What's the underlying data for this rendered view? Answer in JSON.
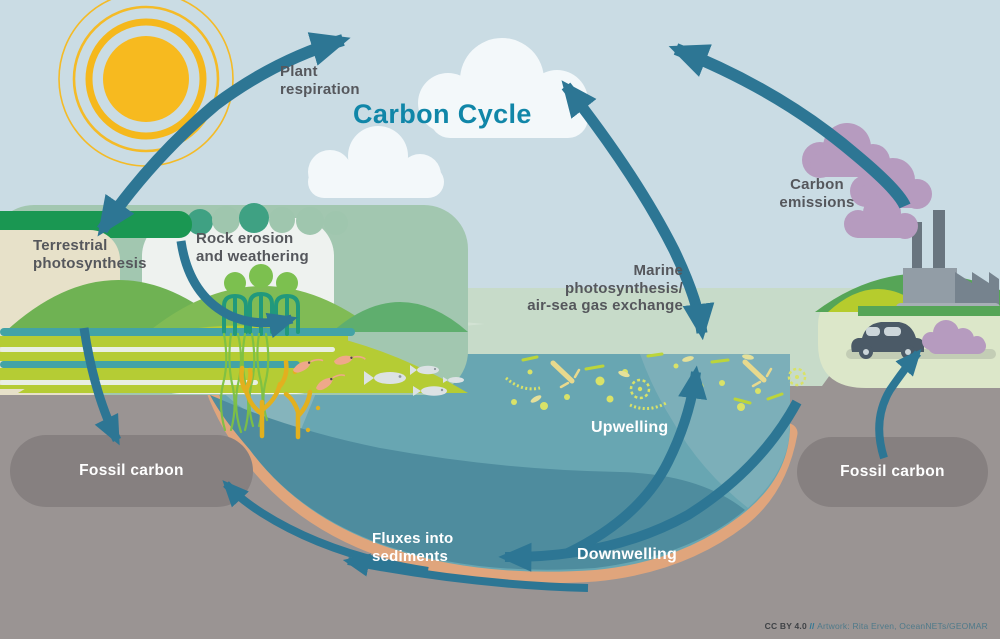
{
  "title": "Carbon Cycle",
  "labels": {
    "plant_respiration": {
      "line1": "Plant",
      "line2": "respiration"
    },
    "terrestrial_photosynthesis": {
      "line1": "Terrestrial",
      "line2": "photosynthesis"
    },
    "rock_erosion": {
      "line1": "Rock erosion",
      "line2": "and weathering"
    },
    "marine_photosynthesis": {
      "line1": "Marine",
      "line2": "photosynthesis/",
      "line3": "air-sea gas exchange"
    },
    "carbon_emissions": {
      "line1": "Carbon",
      "line2": "emissions"
    },
    "upwelling": "Upwelling",
    "downwelling": "Downwelling",
    "fluxes_into_sediments": {
      "line1": "Fluxes into",
      "line2": "sediments"
    },
    "fossil_carbon_left": "Fossil carbon",
    "fossil_carbon_right": "Fossil carbon"
  },
  "credit": {
    "license": "CC BY 4.0",
    "separator": " // ",
    "artwork": "Artwork: Rita Erven, OceanNETs/GEOMAR"
  },
  "colors": {
    "sky": "#cadce4",
    "title_teal": "#1086a8",
    "arrow_teal": "#2d7694",
    "sun_yellow": "#f7ba1f",
    "cloud_white": "#f3f8fa",
    "emission_purple": "#b69bbf",
    "surface_layer_sage": "#c7dbc9",
    "ocean_teal": "#68a6b2",
    "ocean_deep": "#4e8c9e",
    "sediment_salmon": "#e0a57c",
    "underground_gray": "#9a9493",
    "fossil_pill_gray": "#868080",
    "label_gray": "#55575c",
    "label_white": "#ffffff"
  },
  "icons": {
    "sun": "sun-icon",
    "clouds": "cloud-icon",
    "emission_clouds": "smoke-cloud-icon",
    "factory": "factory-icon",
    "car": "car-icon",
    "fish": "fish-icon",
    "shrimp": "shrimp-icon",
    "plankton": "plankton-icon",
    "seagrass": "seagrass-icon",
    "coral": "coral-icon",
    "mangrove": "mangrove-tree-icon"
  }
}
